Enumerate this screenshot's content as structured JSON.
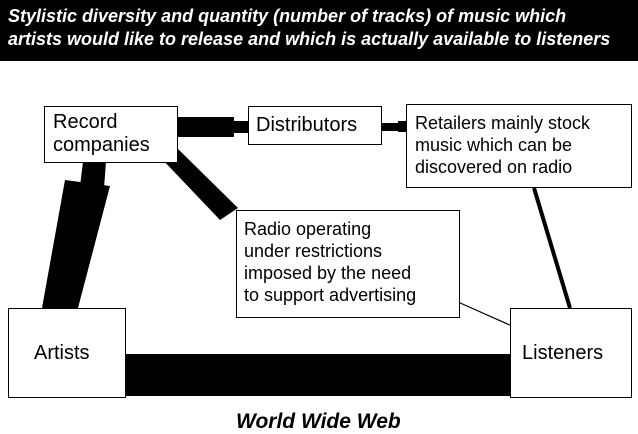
{
  "title_lines": [
    "Stylistic diversity and quantity (number of tracks) of music which",
    "artists would like to release and which is actually available to listeners"
  ],
  "nodes": {
    "record_companies": [
      "Record",
      "companies"
    ],
    "distributors": [
      "Distributors"
    ],
    "retailers": [
      "Retailers mainly stock",
      "music which can be",
      "discovered on radio"
    ],
    "radio": [
      "Radio operating",
      "under restrictions",
      "imposed by the need",
      "to support advertising"
    ],
    "artists": [
      "Artists"
    ],
    "listeners": [
      "Listeners"
    ]
  },
  "footer_label": "World Wide Web"
}
